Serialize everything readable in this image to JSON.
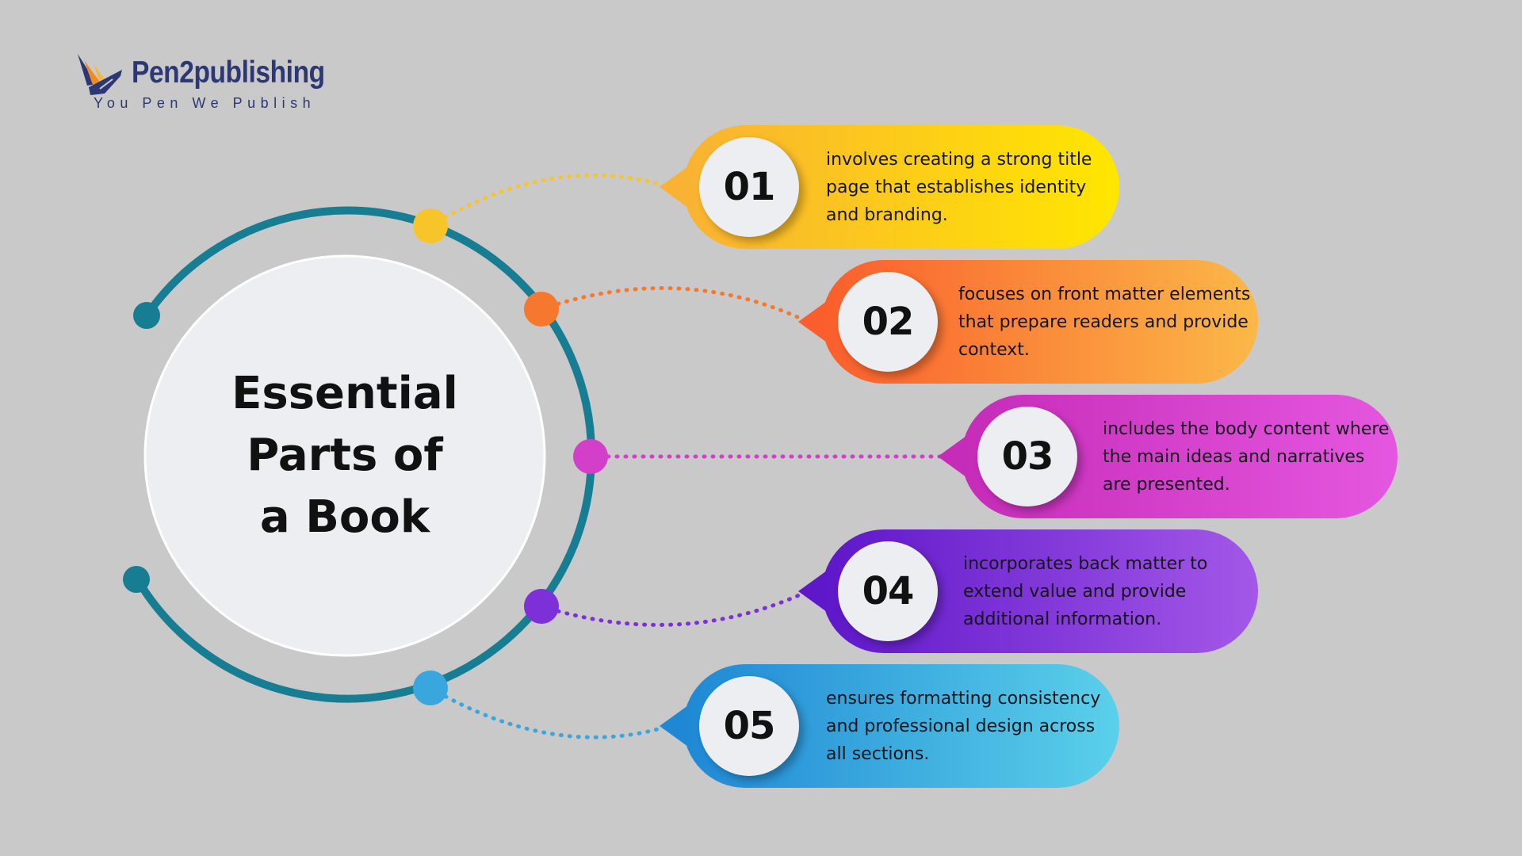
{
  "logo": {
    "name": "Pen2publishing",
    "tagline": "You Pen We Publish"
  },
  "diagram": {
    "title": "Essential Parts of a Book",
    "items": [
      {
        "number": "01",
        "text": "involves creating a strong title page that establishes identity and branding.",
        "color_start": "#f9b233",
        "color_end": "#ffe600",
        "node_color": "#f7c52a"
      },
      {
        "number": "02",
        "text": "focuses on front matter elements that prepare readers and provide context.",
        "color_start": "#fa5e2c",
        "color_end": "#fbb848",
        "node_color": "#f6782e"
      },
      {
        "number": "03",
        "text": "includes the body content where the main ideas and narratives are presented.",
        "color_start": "#c52cb8",
        "color_end": "#e557e0",
        "node_color": "#d43fc9"
      },
      {
        "number": "04",
        "text": "incorporates back matter to extend value and provide additional information.",
        "color_start": "#5e17c9",
        "color_end": "#a458e8",
        "node_color": "#7e30d8"
      },
      {
        "number": "05",
        "text": "ensures formatting consistency and professional design across all sections.",
        "color_start": "#1f88d4",
        "color_end": "#5bd0ea",
        "node_color": "#3aa6de"
      }
    ],
    "ring_color": "#167d93",
    "center_fill": "#eceef2"
  }
}
